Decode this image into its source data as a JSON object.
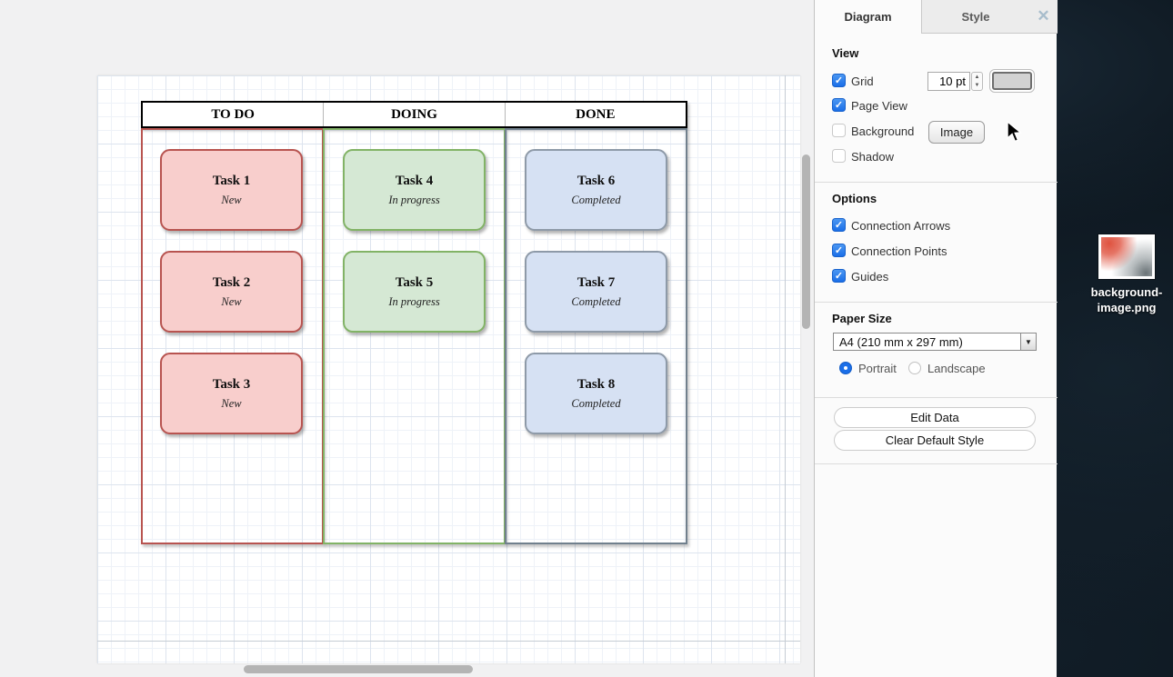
{
  "desktop": {
    "icon": {
      "filename": "background-image.png"
    }
  },
  "panel": {
    "tabs": [
      {
        "label": "Diagram",
        "active": true
      },
      {
        "label": "Style",
        "active": false
      }
    ],
    "close_label": "✕",
    "view": {
      "heading": "View",
      "grid_label": "Grid",
      "grid_checked": true,
      "grid_size_value": "10 pt",
      "grid_color_swatch": "#d2d2d2",
      "page_view_label": "Page View",
      "page_view_checked": true,
      "background_label": "Background",
      "background_checked": false,
      "image_button_label": "Image",
      "shadow_label": "Shadow",
      "shadow_checked": false,
      "checkmark": "✓"
    },
    "options": {
      "heading": "Options",
      "items": [
        {
          "label": "Connection Arrows",
          "checked": true
        },
        {
          "label": "Connection Points",
          "checked": true
        },
        {
          "label": "Guides",
          "checked": true
        }
      ]
    },
    "paper_size": {
      "heading": "Paper Size",
      "selected": "A4 (210 mm x 297 mm)",
      "dropdown_arrow": "▼",
      "orientation": [
        {
          "label": "Portrait",
          "selected": true
        },
        {
          "label": "Landscape",
          "selected": false
        }
      ]
    },
    "actions": {
      "edit_data": "Edit Data",
      "clear_default_style": "Clear Default Style"
    },
    "accent_color": "#1a6ee8"
  },
  "board": {
    "columns": [
      {
        "title": "TO DO",
        "border_color": "#b85450",
        "card_fill": "#f8cecc",
        "tasks": [
          {
            "name": "Task 1",
            "status": "New"
          },
          {
            "name": "Task 2",
            "status": "New"
          },
          {
            "name": "Task 3",
            "status": "New"
          }
        ]
      },
      {
        "title": "DOING",
        "border_color": "#82b366",
        "card_fill": "#d5e8d4",
        "tasks": [
          {
            "name": "Task 4",
            "status": "In progress"
          },
          {
            "name": "Task 5",
            "status": "In progress"
          }
        ]
      },
      {
        "title": "DONE",
        "border_color": "#71808d",
        "card_fill": "#d6e1f3",
        "tasks": [
          {
            "name": "Task 6",
            "status": "Completed"
          },
          {
            "name": "Task 7",
            "status": "Completed"
          },
          {
            "name": "Task 8",
            "status": "Completed"
          }
        ]
      }
    ]
  }
}
